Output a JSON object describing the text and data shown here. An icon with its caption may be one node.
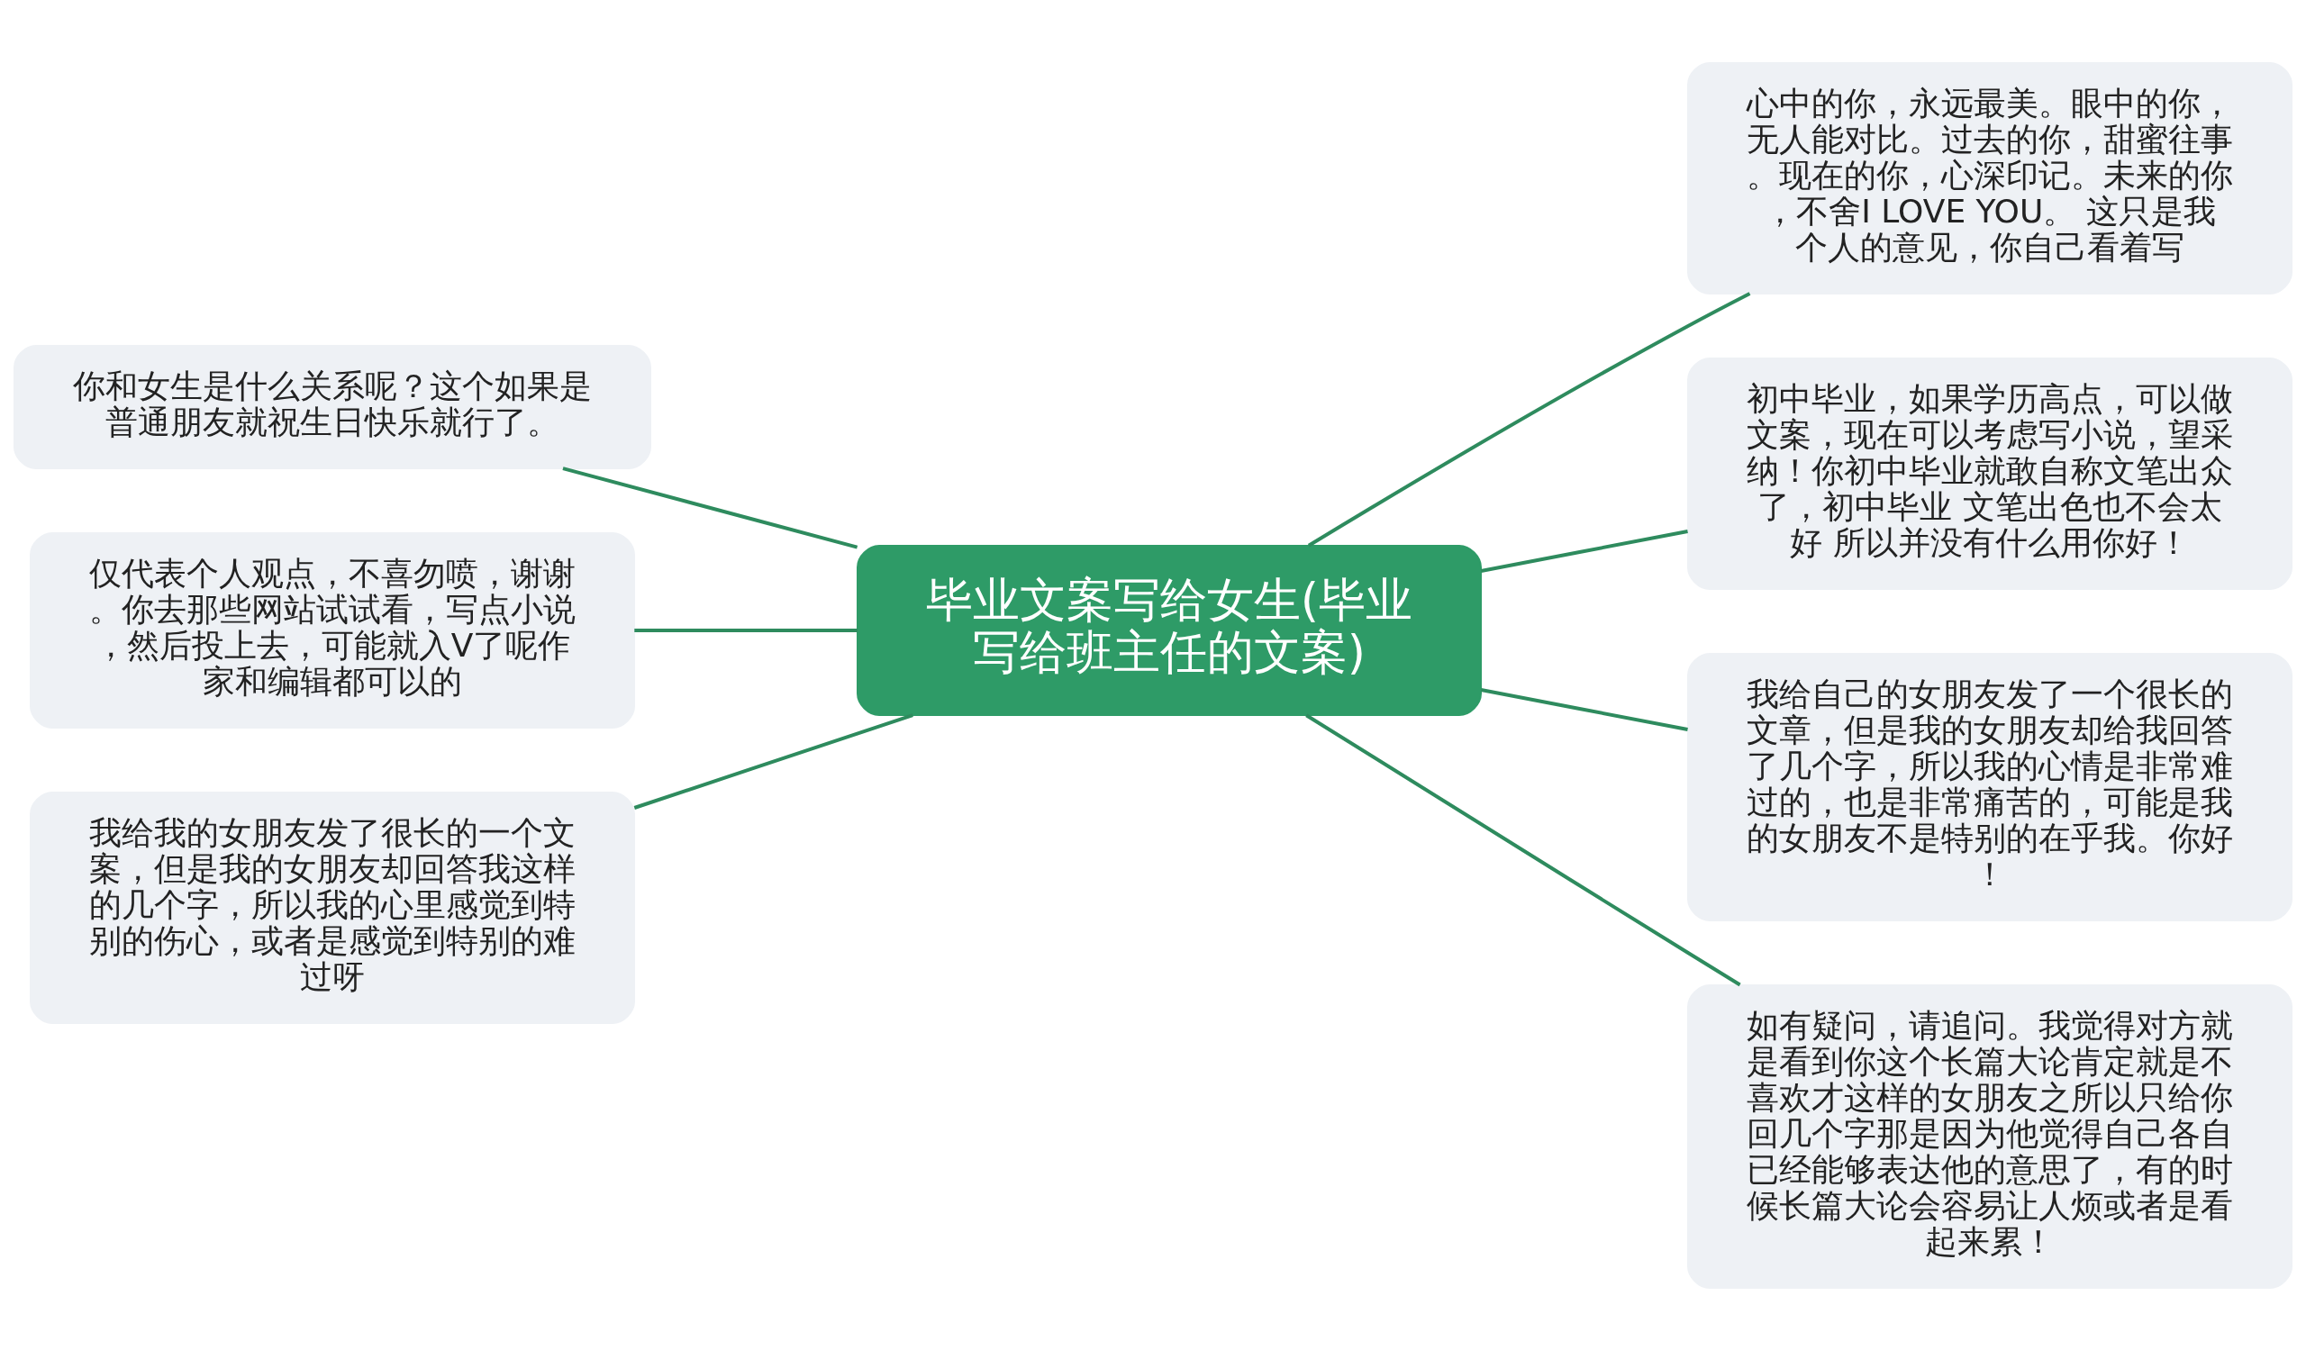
{
  "diagram": {
    "nodes": [
      {
        "text": [
          "毕业文案写给女生(毕业写给班主任的文案)"
        ]
      },
      {
        "text": [
          "你和女生是什么关系呢？这个如果是普通朋友就祝生日快乐就行了。"
        ]
      },
      {
        "text": [
          "仅代表个人观点，不喜勿喷，谢谢。你去那些网站试试看，写点小说，然后投上去，可能就入V了呢作家和编辑都可以的"
        ]
      },
      {
        "text": [
          "我给我的女朋友发了很长的一个文案，但是我的女朋友却回答我这样的几个字，所以我的心里感觉到特别的伤心，或者是感觉到特别的难过呀"
        ]
      },
      {
        "text": [
          "心中的你，永远最美。眼中的你，无人能对比。过去的你，甜蜜往事。现在的你，心深印记。未来的你，不舍I LOVE YOU。 这只是我个人的意见，你自己看着写"
        ]
      },
      {
        "text": [
          "初中毕业，如果学历高点，可以做文案，现在可以考虑写小说，望采纳！你初中毕业就敢自称文笔出众了，初中毕业 文笔出色也不会太好 所以并没有什么用你好！"
        ]
      },
      {
        "text": [
          "我给自己的女朋友发了一个很长的文章，但是我的女朋友却给我回答了几个字，所以我的心情是非常难过的，也是非常痛苦的，可能是我的女朋友不是特别的在乎我。你好！"
        ]
      },
      {
        "text": [
          "如有疑问，请追问。我觉得对方就是看到你这个长篇大论肯定就是不喜欢才这样的女朋友之所以只给你回几个字那是因为他觉得自己各自已经能够表达他的意思了，有的时候长篇大论会容易让人烦或者是看起来累！"
        ]
      }
    ],
    "edges": [
      {
        "from": 0,
        "to": 1,
        "arrow": "none"
      },
      {
        "from": 0,
        "to": 2,
        "arrow": "none"
      },
      {
        "from": 0,
        "to": 3,
        "arrow": "none"
      },
      {
        "from": 0,
        "to": 4,
        "arrow": "none"
      },
      {
        "from": 0,
        "to": 5,
        "arrow": "none"
      },
      {
        "from": 0,
        "to": 6,
        "arrow": "none"
      },
      {
        "from": 0,
        "to": 7,
        "arrow": "none"
      }
    ]
  }
}
